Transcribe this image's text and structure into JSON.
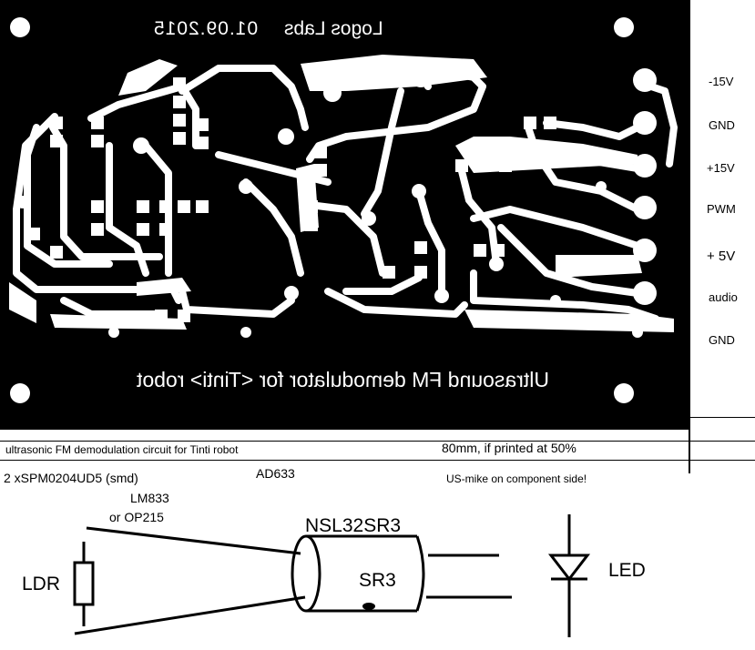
{
  "pcb": {
    "date": "01.09.2015",
    "lab": "Logos Labs",
    "title": "Ultrasound FM demodulator for <Tinti> robot"
  },
  "connector_labels": [
    "-15V",
    "GND",
    "+15V",
    "PWM",
    "+ 5V",
    "audio",
    "GND"
  ],
  "notes": {
    "description": "ultrasonic FM demodulation circuit for Tinti robot",
    "scale": "80mm, if printed at 50%",
    "spm": "2 xSPM0204UD5 (smd)",
    "ad633": "AD633",
    "mike": "US-mike on component side!",
    "lm833": "LM833",
    "op215": "or OP215"
  },
  "components": {
    "optocoupler": "NSL32SR3",
    "sr3": "SR3",
    "ldr": "LDR",
    "led": "LED"
  },
  "colors": {
    "board": "#000000",
    "copper": "#ffffff",
    "ink": "#000000"
  }
}
